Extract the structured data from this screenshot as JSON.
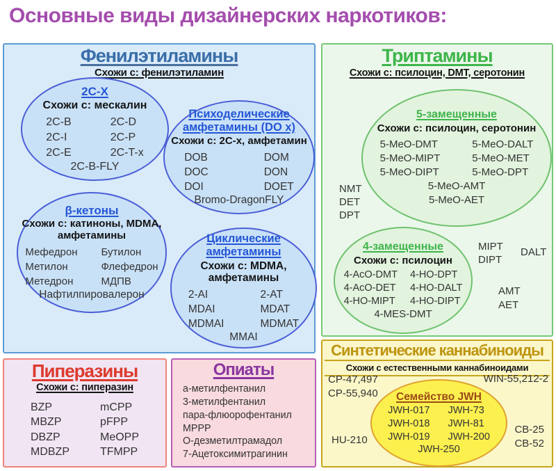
{
  "page": {
    "title": "Основные виды дизайнерских наркотиков:"
  },
  "colors": {
    "title": "#A44DAD",
    "phenethylamines_accent": "#3A6EA8",
    "phenethylamines_border": "#5B9BD5",
    "tryptamines_accent": "#3DB54A",
    "piperazines_accent": "#DD3A2E",
    "opiates_accent": "#8A35A0",
    "cannabinoids_accent": "#BF9410",
    "jwh_accent": "#9B4A18",
    "ellipse_link_blue": "#2456D6"
  },
  "phenethylamines": {
    "title": "Фенилэтиламины",
    "similar": "Схожи с: фенилэтиламин",
    "c2x": {
      "title": "2C-X",
      "similar": "Схожи с: мескалин",
      "col1": [
        "2C-B",
        "2C-I",
        "2C-E"
      ],
      "col2": [
        "2C-D",
        "2C-P",
        "2C-T-x"
      ],
      "bottom": "2C-B-FLY"
    },
    "dox": {
      "title": "Психоделические\nамфетамины (DO x)",
      "similar": "Схожи с: 2C-х, амфетамин",
      "col1": [
        "DOB",
        "DOC",
        "DOI"
      ],
      "col2": [
        "DOM",
        "DON",
        "DOET"
      ],
      "bottom": "Bromo-DragonFLY"
    },
    "bketo": {
      "title": "β-кетоны",
      "similar": "Схожи с: катиноны, MDMA,\nамфетамины",
      "col1": [
        "Мефедрон",
        "Метилон",
        "Метедрон"
      ],
      "col2": [
        "Бутилон",
        "Флефедрон",
        "МДПВ"
      ],
      "bottom": "Нафтилпировалерон"
    },
    "cyclic": {
      "title": "Циклические\nамфетамины",
      "similar": "Схожи с: MDMA,\nамфетамины",
      "col1": [
        "2-AI",
        "MDAI",
        "MDMAI"
      ],
      "col2": [
        "2-AT",
        "MDAT",
        "MDMAT"
      ],
      "bottom": "MMAI"
    }
  },
  "tryptamines": {
    "title": "Триптамины",
    "similar": "Схожи с: псилоцин, DMT, серотонин",
    "free_left": [
      "NMT",
      "DET",
      "DPT"
    ],
    "free_mid_right": [
      "MIPT",
      "DIPT"
    ],
    "free_dalt": "DALT",
    "free_bottom_right": [
      "AMT",
      "AET"
    ],
    "sub5": {
      "title": "5-замещенные",
      "similar": "Схожи с: псилоцин, серотонин",
      "col1": [
        "5-MeO-DMT",
        "5-MeO-MIPT",
        "5-MeO-DIPT"
      ],
      "col2": [
        "5-MeO-DALT",
        "5-MeO-MET",
        "5-MeO-DPT"
      ],
      "bottom": [
        "5-MeO-AMT",
        "5-MeO-AET"
      ]
    },
    "sub4": {
      "title": "4-замещенные",
      "similar": "Схожи с: псилоцин",
      "col1": [
        "4-AcO-DMT",
        "4-AcO-DET",
        "4-HO-MIPT"
      ],
      "col2": [
        "4-HO-DPT",
        "4-HO-DALT",
        "4-HO-DIPT"
      ],
      "bottom": "4-MES-DMT"
    }
  },
  "piperazines": {
    "title": "Пиперазины",
    "similar": "Схожи с: пиперазин",
    "col1": [
      "BZP",
      "MBZP",
      "DBZP",
      "MDBZP"
    ],
    "col2": [
      "mCPP",
      "pFPP",
      "MeOPP",
      "TFMPP"
    ]
  },
  "opiates": {
    "title": "Опиаты",
    "items": [
      "а-метилфентанил",
      "3-метилфентанил",
      "пара-флюорофентанил",
      "MPPP",
      "О-дезметилтрамадол",
      "7-Ацетоксимитрагинин"
    ]
  },
  "cannabinoids": {
    "title": "Синтетические каннабиноиды",
    "similar": "Схожи с естественными каннабиноидами",
    "free_top_left": [
      "CP-47,497",
      "CP-55,940"
    ],
    "free_top_right": "WIN-55,212-2",
    "free_bottom_left": "HU-210",
    "free_bottom_right": [
      "CB-25",
      "CB-52"
    ],
    "jwh": {
      "title": "Семейство JWH",
      "col1": [
        "JWH-017",
        "JWH-018",
        "JWH-019"
      ],
      "col2": [
        "JWH-73",
        "JWH-81",
        "JWH-200"
      ],
      "bottom": "JWH-250"
    }
  }
}
